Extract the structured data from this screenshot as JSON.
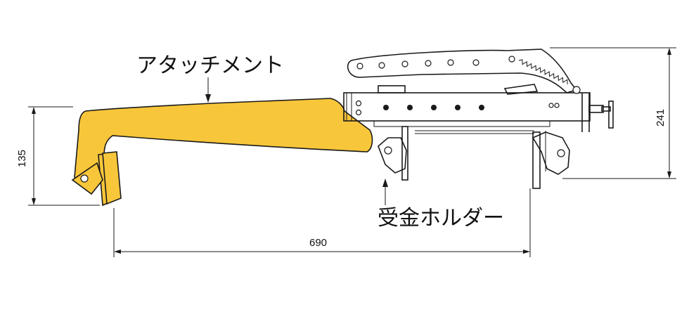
{
  "labels": {
    "attachment": "アタッチメント",
    "holder": "受金ホルダー"
  },
  "dimensions": {
    "length": "690",
    "height_left": "135",
    "height_right": "241"
  },
  "colors": {
    "attachment": "#f8c63a",
    "line": "#1a1a1a",
    "background": "#ffffff"
  }
}
